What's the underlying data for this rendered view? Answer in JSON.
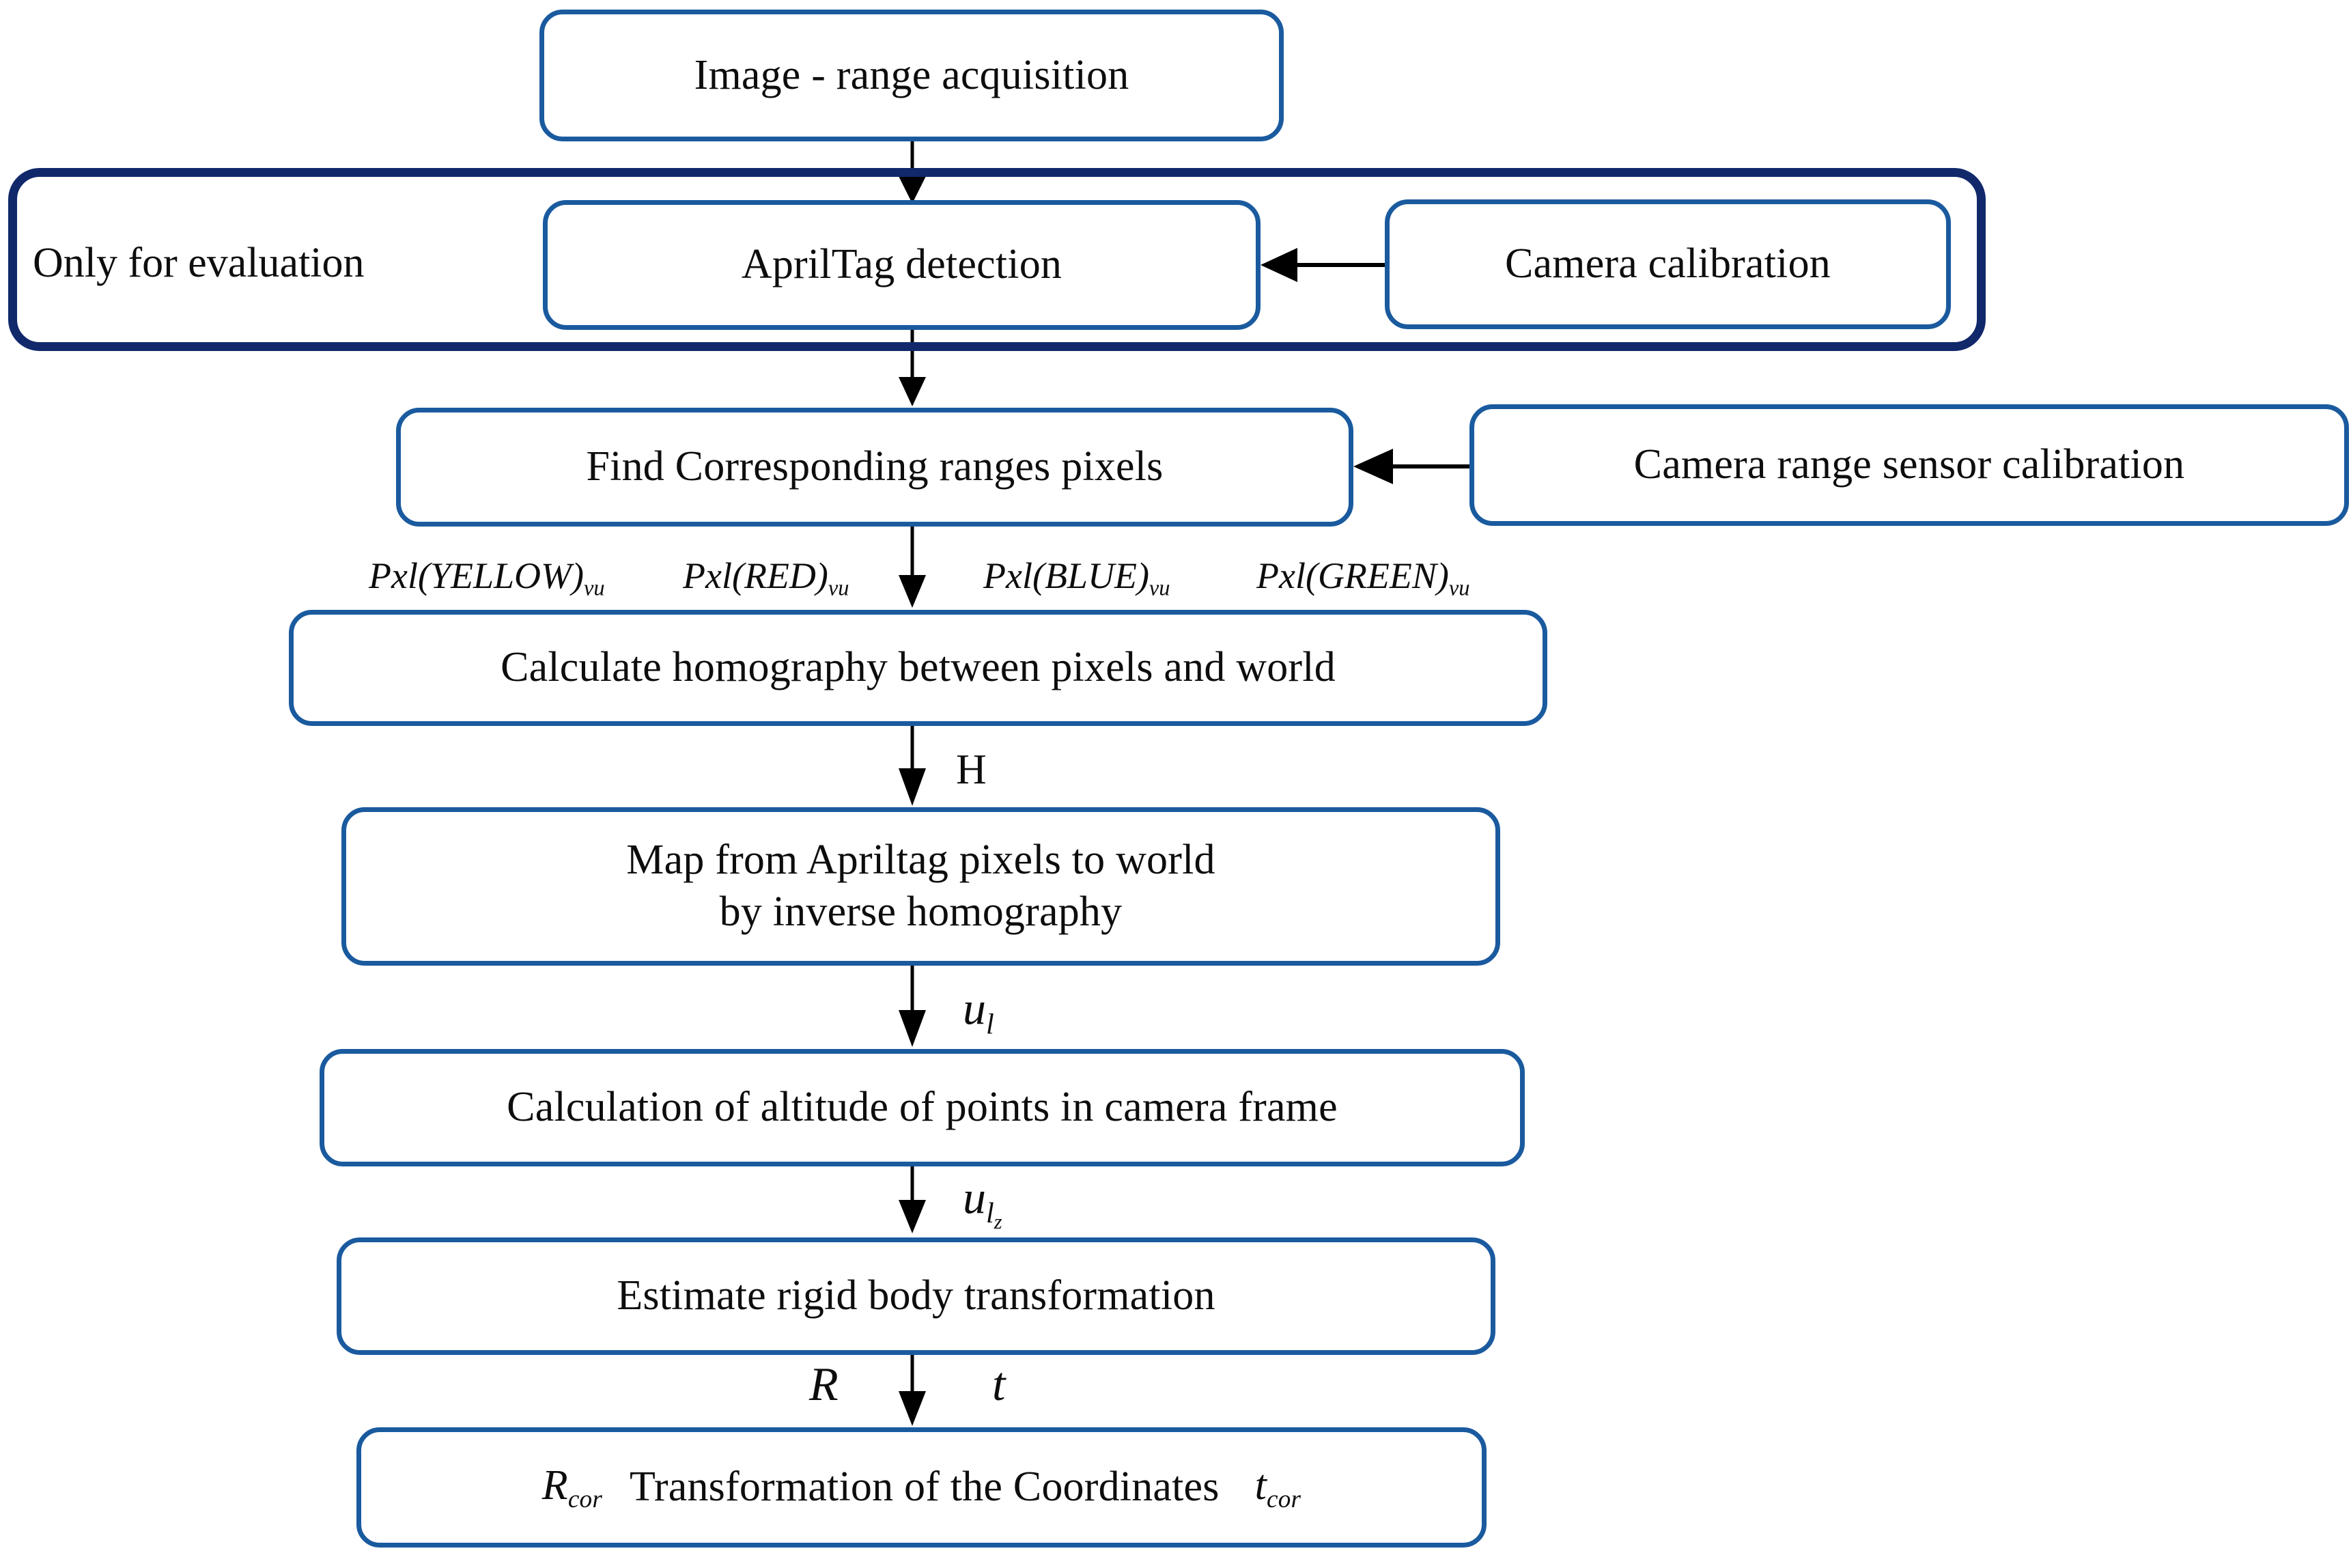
{
  "diagram": {
    "title": "Image-range acquisition to coordinate transformation pipeline",
    "colors": {
      "node_border": "#1a5a9e",
      "group_border": "#11296b",
      "text": "#0d0d0d",
      "background": "#ffffff",
      "connector": "#000000"
    },
    "group": {
      "caption": "Only for evaluation"
    },
    "nodes": {
      "image_range_acquisition": "Image - range acquisition",
      "apriltag_detection": "AprilTag detection",
      "camera_calibration": "Camera calibration",
      "find_corresponding_ranges_pixels": "Find Corresponding ranges pixels",
      "camera_range_sensor_calibration": "Camera range sensor calibration",
      "calculate_homography": "Calculate homography between pixels and world",
      "map_from_apriltag_line1": "Map from Apriltag pixels to world",
      "map_from_apriltag_line2": "by inverse homography",
      "calculation_of_altitude": "Calculation of altitude of points in camera frame",
      "estimate_rigid_body": "Estimate rigid body transformation",
      "transformation_of_coordinates": "Transformation of the Coordinates"
    },
    "edge_labels": {
      "pxl_yellow": "Pxl(YELLOW)",
      "pxl_yellow_sub": "vu",
      "pxl_red": "Pxl(RED)",
      "pxl_red_sub": "vu",
      "pxl_blue": "Pxl(BLUE)",
      "pxl_blue_sub": "vu",
      "pxl_green": "Pxl(GREEN)",
      "pxl_green_sub": "vu",
      "homography_matrix": "H",
      "u_l": "u",
      "u_l_sub": "l",
      "u_lz": "u",
      "u_lz_sub": "l",
      "u_lz_subsub": "z",
      "rotation": "R",
      "translation": "t"
    },
    "node_math": {
      "r_cor": "R",
      "r_cor_sub": "cor",
      "t_cor": "t",
      "t_cor_sub": "cor"
    }
  }
}
